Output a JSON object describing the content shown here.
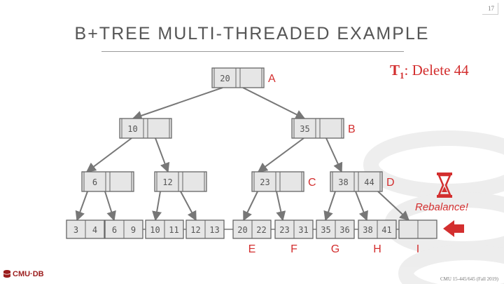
{
  "slide": {
    "title": "B+TREE MULTI-THREADED EXAMPLE",
    "page_number": "17",
    "operation": {
      "thread": "T",
      "subscript": "1",
      "text": ": Delete 44"
    },
    "annotation": "Rebalance!",
    "logo_text": "CMU·DB",
    "footer": "CMU 15-445/645 (Fall 2019)"
  },
  "tree": {
    "inner_nodes": [
      {
        "id": "A",
        "keys": [
          "20",
          ""
        ],
        "label": "A"
      },
      {
        "id": "B",
        "keys": [
          "10",
          ""
        ],
        "label": ""
      },
      {
        "id": "B2",
        "keys": [
          "35",
          ""
        ],
        "label": "B"
      },
      {
        "id": "n6",
        "keys": [
          "6",
          ""
        ],
        "label": ""
      },
      {
        "id": "n12",
        "keys": [
          "12",
          ""
        ],
        "label": ""
      },
      {
        "id": "C",
        "keys": [
          "23",
          ""
        ],
        "label": "C"
      },
      {
        "id": "D",
        "keys": [
          "38",
          "44"
        ],
        "label": "D"
      }
    ],
    "leaves": [
      {
        "keys": [
          "3",
          "4"
        ],
        "label": ""
      },
      {
        "keys": [
          "6",
          "9"
        ],
        "label": ""
      },
      {
        "keys": [
          "10",
          "11"
        ],
        "label": ""
      },
      {
        "keys": [
          "12",
          "13"
        ],
        "label": ""
      },
      {
        "keys": [
          "20",
          "22"
        ],
        "label": "E"
      },
      {
        "keys": [
          "23",
          "31"
        ],
        "label": "F"
      },
      {
        "keys": [
          "35",
          "36"
        ],
        "label": "G"
      },
      {
        "keys": [
          "38",
          "41"
        ],
        "label": "H"
      },
      {
        "keys": [
          "",
          ""
        ],
        "label": "I"
      }
    ]
  },
  "colors": {
    "accent": "#d32f2f",
    "node_fill": "#e6e6e6",
    "node_stroke": "#666666",
    "edge": "#777777"
  }
}
